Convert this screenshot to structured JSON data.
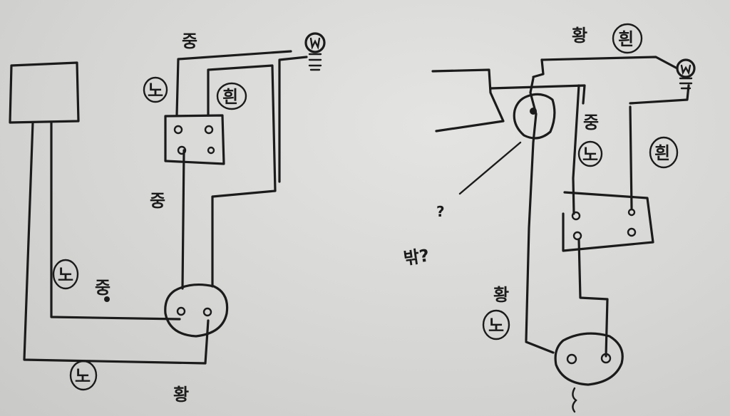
{
  "left_diagram": {
    "label_top_jung": "중",
    "label_circle_no1": "노",
    "label_circle_huin": "흰",
    "label_mid_jung": "중",
    "label_circle_no2": "노",
    "label_jung_dot": "중",
    "label_circle_no3": "노",
    "label_bottom_hwang": "황"
  },
  "right_diagram": {
    "label_top_hwang": "황",
    "label_circle_huin_top": "흰",
    "label_jung": "중",
    "label_circle_no_mid": "노",
    "label_circle_huin_right": "흰",
    "label_question": "?",
    "label_bakk": "밖?",
    "label_hwang_left": "황",
    "label_circle_no_bottom": "노"
  }
}
